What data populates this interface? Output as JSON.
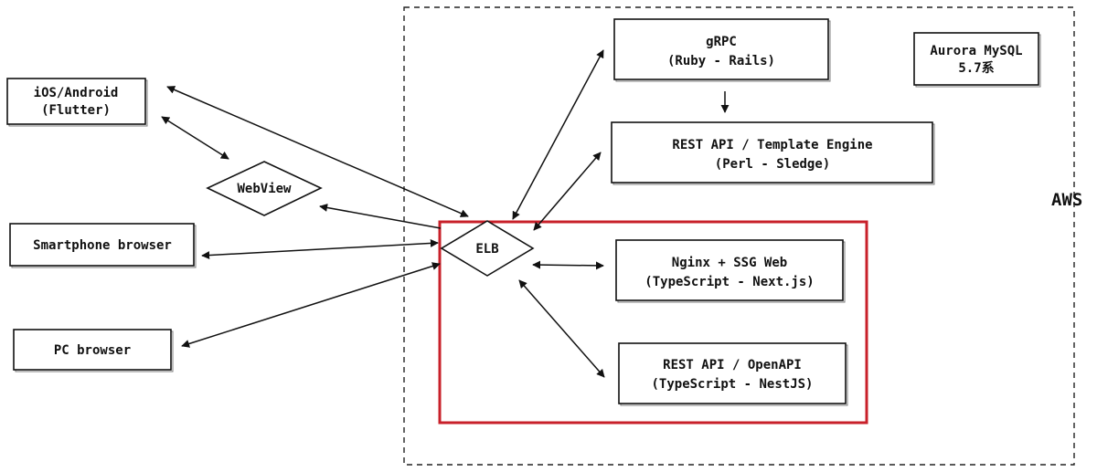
{
  "diagram": {
    "aws_label": "AWS",
    "nodes": {
      "mobile_app": {
        "line1": "iOS/Android",
        "line2": "(Flutter)"
      },
      "webview": {
        "label": "WebView"
      },
      "smartphone_browser": {
        "label": "Smartphone browser"
      },
      "pc_browser": {
        "label": "PC browser"
      },
      "elb": {
        "label": "ELB"
      },
      "grpc": {
        "line1": "gRPC",
        "line2": "(Ruby - Rails)"
      },
      "rest_perl": {
        "line1": "REST API / Template Engine",
        "line2": "(Perl - Sledge)"
      },
      "aurora": {
        "line1": "Aurora MySQL",
        "line2": "5.7系"
      },
      "nginx_ssg": {
        "line1": "Nginx + SSG Web",
        "line2": "(TypeScript - Next.js)"
      },
      "rest_nest": {
        "line1": "REST API / OpenAPI",
        "line2": "(TypeScript - NestJS)"
      }
    },
    "edges": [
      {
        "from": "elb",
        "to": "mobile_app",
        "direction": "both"
      },
      {
        "from": "mobile_app",
        "to": "webview",
        "direction": "both"
      },
      {
        "from": "elb",
        "to": "webview",
        "direction": "forward"
      },
      {
        "from": "smartphone_browser",
        "to": "elb",
        "direction": "both"
      },
      {
        "from": "pc_browser",
        "to": "elb",
        "direction": "both"
      },
      {
        "from": "elb",
        "to": "grpc",
        "direction": "both"
      },
      {
        "from": "elb",
        "to": "rest_perl",
        "direction": "both"
      },
      {
        "from": "grpc",
        "to": "rest_perl",
        "direction": "forward"
      },
      {
        "from": "elb",
        "to": "nginx_ssg",
        "direction": "both"
      },
      {
        "from": "elb",
        "to": "rest_nest",
        "direction": "both"
      }
    ]
  }
}
